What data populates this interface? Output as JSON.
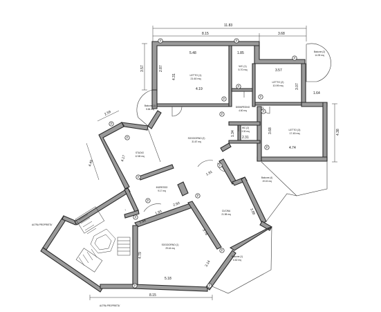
{
  "dimensions": {
    "overall_width": "11.83",
    "top_left": "8.15",
    "top_right": "3.68",
    "left_height": "3.57",
    "bottom_width": "8.15",
    "angled_left": "2.59",
    "angled_left2": "4.49",
    "right_height": "4.38"
  },
  "rooms": [
    {
      "name": "LETTO (1)",
      "area": "21.60 mq",
      "dims": [
        "5.48",
        "4.19",
        "4.31",
        "2.87"
      ]
    },
    {
      "name": "WC (1)",
      "area": "5.70 mq",
      "dims": [
        "1.85"
      ]
    },
    {
      "name": "LETTO (2)",
      "area": "10.99 mq",
      "dims": [
        "3.57",
        "3.07"
      ]
    },
    {
      "name": "DISIMPEGNO",
      "area": "4.60 mq",
      "dims": []
    },
    {
      "name": "LETTO (3)",
      "area": "17.45 mq",
      "dims": [
        "4.74",
        "3.68",
        "1.64"
      ]
    },
    {
      "name": "WC (2)",
      "area": "3.30 mq",
      "dims": [
        "2.31",
        "1.34"
      ]
    },
    {
      "name": "SOGGIORNO (2)",
      "area": "31.67 mq",
      "dims": []
    },
    {
      "name": "STUDIO",
      "area": "12.65 mq",
      "dims": [
        "4.17"
      ]
    },
    {
      "name": "INGRESSO",
      "area": "9.17 mq",
      "dims": [
        "2.50",
        "1.93"
      ]
    },
    {
      "name": "CUCINA",
      "area": "21.98 mq",
      "dims": [
        "1.91",
        "3.88"
      ]
    },
    {
      "name": "SOGGIORNO (1)",
      "area": "29.44 mq",
      "dims": [
        "5.18",
        "4.79",
        "3.14",
        "3.78",
        "1.58"
      ]
    }
  ],
  "balconies": [
    {
      "name": "Balcone (1)",
      "area": "5.84 mq"
    },
    {
      "name": "Balcone (2)",
      "area": "14.39 mq"
    },
    {
      "name": "Balcone (4)",
      "area": "19.15 mq"
    },
    {
      "name": "Balcone (1)",
      "area": "6.62 mq"
    }
  ],
  "labels": {
    "altra_proprieta_left": "ALTRA PROPRIETA'",
    "altra_proprieta_bottom": "ALTRA PROPRIETA'",
    "point_marker": "P",
    "stair_arrow": "↑"
  }
}
